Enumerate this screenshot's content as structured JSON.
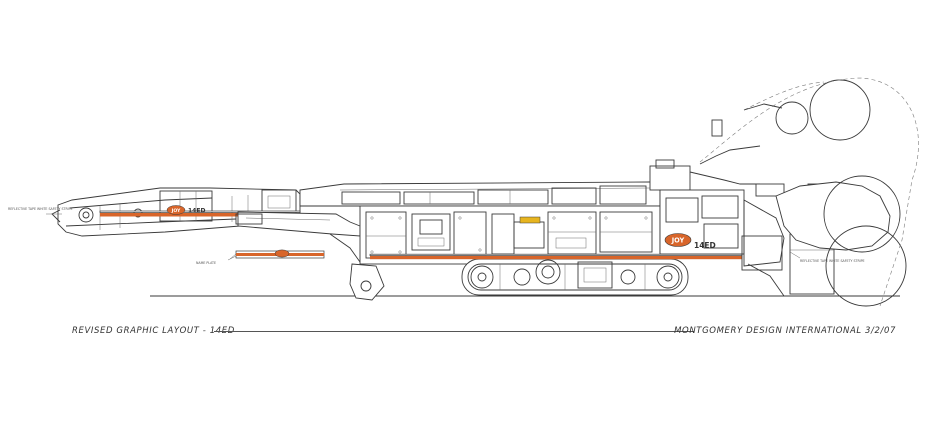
{
  "caption": {
    "left_label": "REVISED GRAPHIC LAYOUT - 14ED",
    "right_label": "MONTGOMERY DESIGN INTERNATIONAL 3/2/07"
  },
  "machine": {
    "logo_text": "JOY",
    "model_badge": "14ED",
    "stripe_color": "#d8652a",
    "decal_color": "#e7b520"
  },
  "callouts": [
    "REFLECTIVE TAPE WHITE SAFETY STRIPE",
    "NAME PLATE",
    "REFLECTIVE TAPE WHITE SAFETY STRIPE"
  ]
}
